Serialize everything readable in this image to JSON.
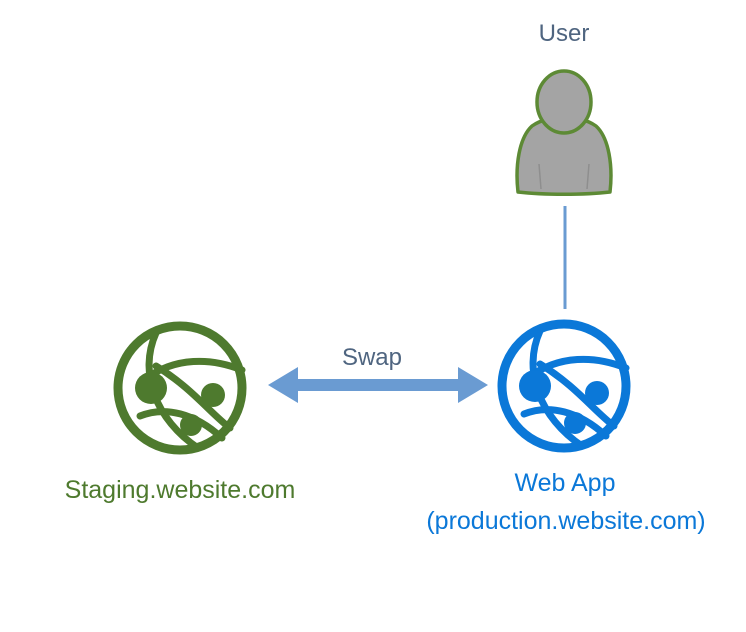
{
  "colors": {
    "label_slate": "#4f6580",
    "staging_green": "#4e7a2e",
    "production_blue": "#0b78d8",
    "connector_blue": "#6a9bd2",
    "user_fill": "#a4a4a4",
    "user_outline": "#5d8a35"
  },
  "user": {
    "label": "User",
    "icon": "user-icon"
  },
  "swap": {
    "label": "Swap",
    "icon": "double-arrow-icon"
  },
  "staging": {
    "label": "Staging.website.com",
    "icon": "web-app-icon"
  },
  "production": {
    "title": "Web App",
    "subtitle": "(production.website.com)",
    "icon": "web-app-icon"
  }
}
